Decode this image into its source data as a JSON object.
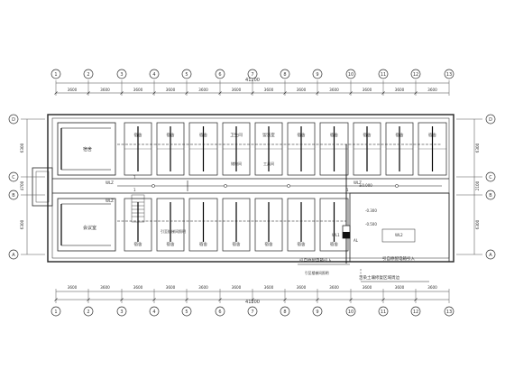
{
  "drawing": {
    "total_width_label": "41200",
    "bay_dimension_label": "3600",
    "grid_numbers": [
      "1",
      "2",
      "3",
      "4",
      "5",
      "6",
      "7",
      "8",
      "9",
      "10",
      "11",
      "12",
      "13"
    ],
    "grid_letters_top_to_bottom": [
      "D",
      "C",
      "B",
      "A"
    ],
    "left_dims": [
      "6300",
      "4700",
      "6300"
    ],
    "right_dims": [
      "6300",
      "2100",
      "6300"
    ],
    "rooms": {
      "top_left_big": "宿舍",
      "bottom_left_big": "会议室",
      "dorm": "宿舍",
      "toilet": "卫生间",
      "laundry": "盥洗室",
      "storage": "储物间",
      "utility": "工具间"
    },
    "labels": {
      "annot_1": "引自原配电箱引入",
      "annot_2": "引自原配电箱引入",
      "annot_3": "引至楼梯间照明",
      "riser": "WLZ",
      "board": "AL",
      "elev": "±0.000",
      "level2": "-0.300",
      "level3": "-0.500",
      "outline_note": "污染土壤修复区域周边",
      "section": "1",
      "wl1": "WL1",
      "wl2": "WL2"
    }
  }
}
